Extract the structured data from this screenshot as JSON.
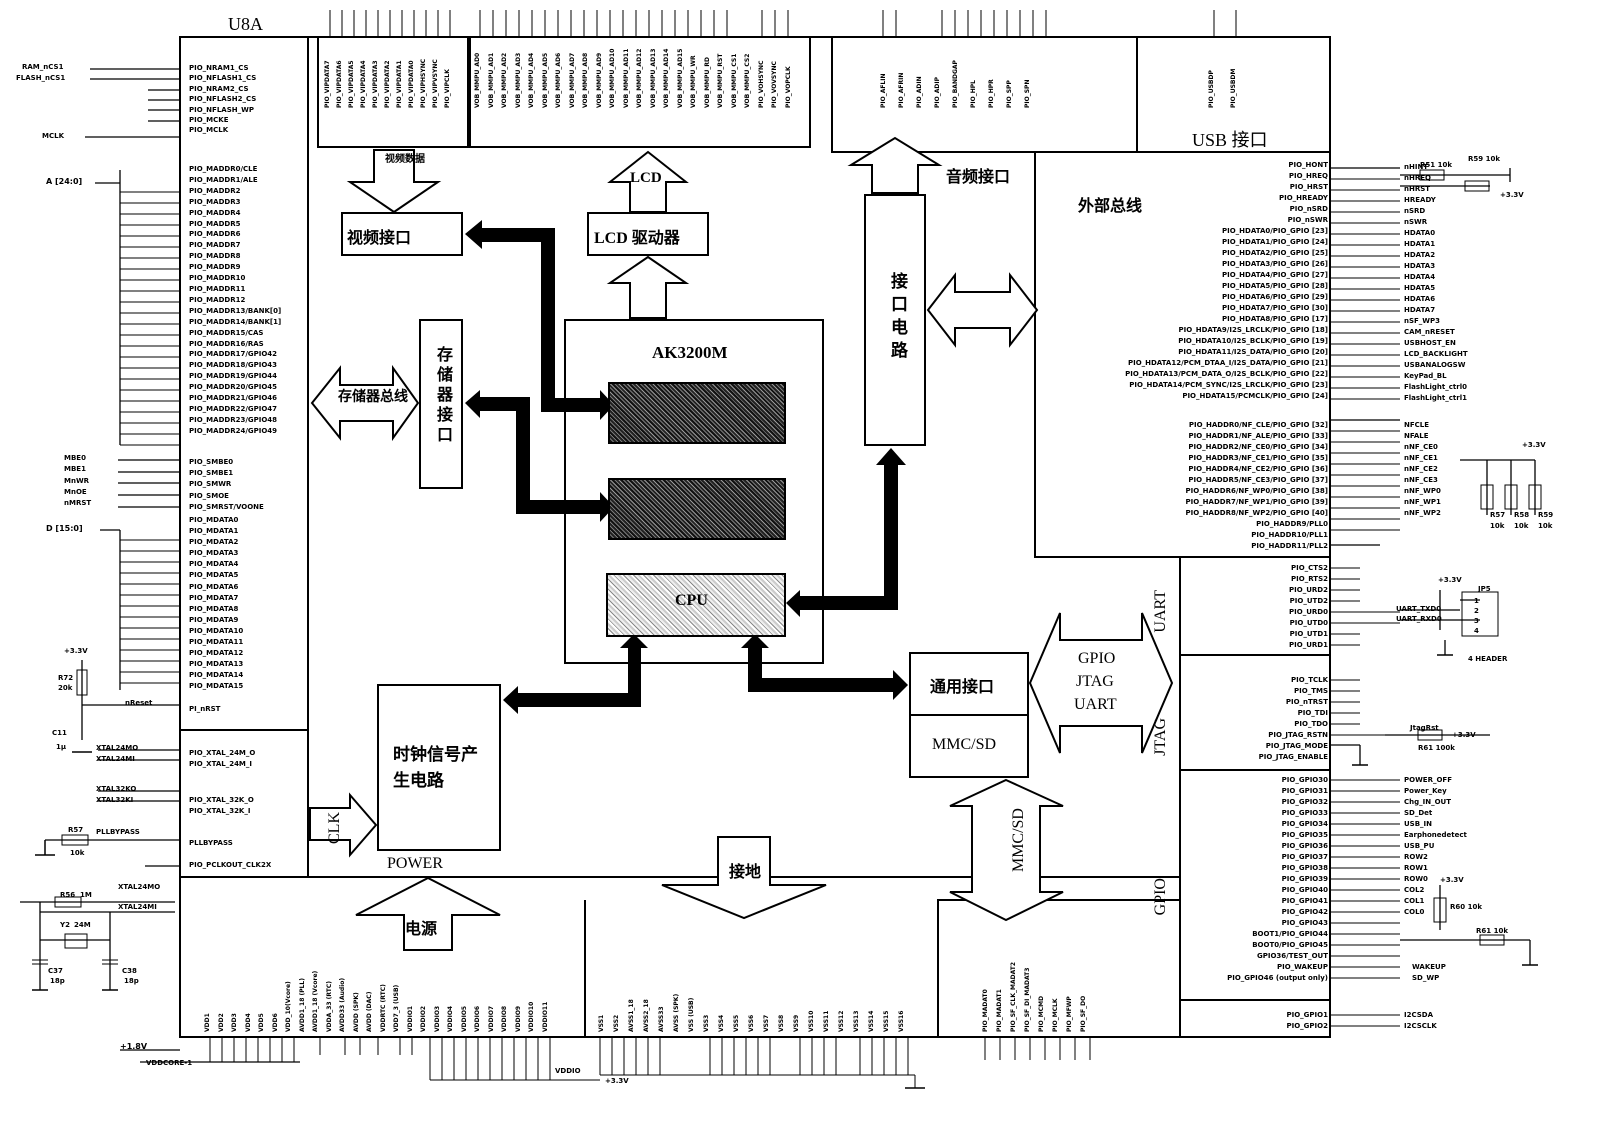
{
  "chip": {
    "designator": "U8A",
    "core_name": "AK3200M",
    "cpu": "CPU",
    "core_block_2_unreadable": "",
    "core_block_3_unreadable": ""
  },
  "blocks": {
    "video_interface": "视频接口",
    "lcd_driver": "LCD 驱动器",
    "lcd": "LCD",
    "memory_interface": "存储器接口",
    "memory_bus": "存储器总线",
    "interface_circuit": "接口电路",
    "audio_interface": "音频接口",
    "external_bus": "外部总线",
    "usb_interface": "USB 接口",
    "general_interface": "通用接口",
    "mmc_sd_box": "MMC/SD",
    "clock_circuit": "时钟信号产生电路",
    "clk": "CLK",
    "power": "POWER",
    "power_supply": "电源",
    "ground": "接地",
    "mmc_sd_arrow": "MMC/SD",
    "gpio_jtag_uart": [
      "GPIO",
      "JTAG",
      "UART"
    ],
    "uart_side": "UART",
    "jtag_side": "JTAG",
    "gpio_side": "GPIO",
    "video_data": "视频数据"
  },
  "left_pins": {
    "chip_select": [
      "PIO_NRAM1_CS",
      "PIO_NFLASH1_CS",
      "PIO_NRAM2_CS",
      "PIO_NFLASH2_CS",
      "PIO_NFLASH_WP",
      "PIO_MCKE",
      "PIO_MCLK"
    ],
    "address": [
      "PIO_MADDR0/CLE",
      "PIO_MADDR1/ALE",
      "PIO_MADDR2",
      "PIO_MADDR3",
      "PIO_MADDR4",
      "PIO_MADDR5",
      "PIO_MADDR6",
      "PIO_MADDR7",
      "PIO_MADDR8",
      "PIO_MADDR9",
      "PIO_MADDR10",
      "PIO_MADDR11",
      "PIO_MADDR12",
      "PIO_MADDR13/BANK[0]",
      "PIO_MADDR14/BANK[1]",
      "PIO_MADDR15/CAS",
      "PIO_MADDR16/RAS",
      "PIO_MADDR17/GPIO42",
      "PIO_MADDR18/GPIO43",
      "PIO_MADDR19/GPIO44",
      "PIO_MADDR20/GPIO45",
      "PIO_MADDR21/GPIO46",
      "PIO_MADDR22/GPIO47",
      "PIO_MADDR23/GPIO48",
      "PIO_MADDR24/GPIO49"
    ],
    "control": [
      "PIO_SMBE0",
      "PIO_SMBE1",
      "PIO_SMWR",
      "PIO_SMOE",
      "PIO_SMRST/VOONE"
    ],
    "data": [
      "PIO_MDATA0",
      "PIO_MDATA1",
      "PIO_MDATA2",
      "PIO_MDATA3",
      "PIO_MDATA4",
      "PIO_MDATA5",
      "PIO_MDATA6",
      "PIO_MDATA7",
      "PIO_MDATA8",
      "PIO_MDATA9",
      "PIO_MDATA10",
      "PIO_MDATA11",
      "PIO_MDATA12",
      "PIO_MDATA13",
      "PIO_MDATA14",
      "PIO_MDATA15"
    ],
    "reset": "PI_nRST",
    "clock": [
      "PIO_XTAL_24M_O",
      "PIO_XTAL_24M_I",
      "PIO_XTAL_32K_O",
      "PIO_XTAL_32K_I",
      "PLLBYPASS",
      "PIO_PCLKOUT_CLK2X"
    ]
  },
  "left_nets": {
    "ram_cs": "RAM_nCS1",
    "flash_cs": "FLASH_nCS1",
    "mclk": "MCLK",
    "addr_bus": "A [24:0]",
    "data_bus": "D [15:0]",
    "ctrl": [
      "MBE0",
      "MBE1",
      "MnWR",
      "MnOE",
      "nMRST"
    ],
    "reset": "nReset",
    "xtal24": [
      "XTAL24MO",
      "XTAL24MI"
    ],
    "xtal32": [
      "XTAL32KO",
      "XTAL32KI"
    ],
    "pll": "PLLBYPASS"
  },
  "passives": {
    "r72": "R72",
    "r72_val": "20k",
    "vcc_left": "+3.3V",
    "c11": "C11",
    "c11_val": "1μ",
    "r57": "R57",
    "r57_val": "10k",
    "r56": "R56",
    "r56_val": "1M",
    "y2": "Y2",
    "y2_val": "24M",
    "c37": "C37",
    "c37_val": "18p",
    "c38": "C38",
    "c38_val": "18p",
    "vcore": "+1.8V",
    "vddcore": "VDDCORE-1",
    "vdd33": "+3.3V",
    "vdd_io": "VDDIO"
  },
  "right_pins": {
    "ext_bus": [
      "PIO_HONT",
      "PIO_HREQ",
      "PIO_HRST",
      "PIO_HREADY",
      "PIO_nSRD",
      "PIO_nSWR",
      "PIO_HDATA0/PIO_GPIO [23]",
      "PIO_HDATA1/PIO_GPIO [24]",
      "PIO_HDATA2/PIO_GPIO [25]",
      "PIO_HDATA3/PIO_GPIO [26]",
      "PIO_HDATA4/PIO_GPIO [27]",
      "PIO_HDATA5/PIO_GPIO [28]",
      "PIO_HDATA6/PIO_GPIO [29]",
      "PIO_HDATA7/PIO_GPIO [30]",
      "PIO_HDATA8/PIO_GPIO [17]",
      "PIO_HDATA9/I2S_LRCLK/PIO_GPIO [18]",
      "PIO_HDATA10/I2S_BCLK/PIO_GPIO [19]",
      "PIO_HDATA11/I2S_DATA/PIO_GPIO [20]",
      "PIO_HDATA12/PCM_DTAA_I/I2S_DATA/PIO_GPIO [21]",
      "PIO_HDATA13/PCM_DATA_O/I2S_BCLK/PIO_GPIO [22]",
      "PIO_HDATA14/PCM_SYNC/I2S_LRCLK/PIO_GPIO [23]",
      "PIO_HDATA15/PCMCLK/PIO_GPIO [24]"
    ],
    "ext_nets": [
      "nHINT",
      "nHREQ",
      "nHRST",
      "HREADY",
      "nSRD",
      "nSWR",
      "HDATA0",
      "HDATA1",
      "HDATA2",
      "HDATA3",
      "HDATA4",
      "HDATA5",
      "HDATA6",
      "HDATA7",
      "nSF_WP3",
      "CAM_nRESET",
      "USBHOST_EN",
      "LCD_BACKLIGHT",
      "USBANALOGSW",
      "KeyPad_BL",
      "FlashLight_ctrl0",
      "FlashLight_ctrl1"
    ],
    "nand": [
      "PIO_HADDR0/NF_CLE/PIO_GPIO [32]",
      "PIO_HADDR1/NF_ALE/PIO_GPIO [33]",
      "PIO_HADDR2/NF_CE0/PIO_GPIO [34]",
      "PIO_HADDR3/NF_CE1/PIO_GPIO [35]",
      "PIO_HADDR4/NF_CE2/PIO_GPIO [36]",
      "PIO_HADDR5/NF_CE3/PIO_GPIO [37]",
      "PIO_HADDR6/NF_WP0/PIO_GPIO [38]",
      "PIO_HADDR7/NF_WP1/PIO_GPIO [39]",
      "PIO_HADDR8/NF_WP2/PIO_GPIO [40]",
      "PIO_HADDR9/PLL0",
      "PIO_HADDR10/PLL1",
      "PIO_HADDR11/PLL2"
    ],
    "nand_nets": [
      "NFCLE",
      "NFALE",
      "nNF_CE0",
      "nNF_CE1",
      "nNF_CE2",
      "nNF_CE3",
      "nNF_WP0",
      "nNF_WP1",
      "nNF_WP2"
    ],
    "uart": [
      "PIO_CTS2",
      "PIO_RTS2",
      "PIO_URD2",
      "PIO_UTD2",
      "PIO_URD0",
      "PIO_UTD0",
      "PIO_UTD1",
      "PIO_URD1"
    ],
    "uart_nets": [
      "UART_TXD0",
      "UART_RXD0"
    ],
    "jtag": [
      "PIO_TCLK",
      "PIO_TMS",
      "PIO_nTRST",
      "PIO_TDI",
      "PIO_TDO",
      "PIO_JTAG_RSTN",
      "PIO_JTAG_MODE",
      "PIO_JTAG_ENABLE"
    ],
    "gpio": [
      "PIO_GPIO30",
      "PIO_GPIO31",
      "PIO_GPIO32",
      "PIO_GPIO33",
      "PIO_GPIO34",
      "PIO_GPIO35",
      "PIO_GPIO36",
      "PIO_GPIO37",
      "PIO_GPIO38",
      "PIO_GPIO39",
      "PIO_GPIO40",
      "PIO_GPIO41",
      "PIO_GPIO42",
      "PIO_GPIO43",
      "BOOT1/PIO_GPIO44",
      "BOOT0/PIO_GPIO45",
      "GPIO36/TEST_OUT",
      "PIO_WAKEUP",
      "PIO_GPIO46 (output only)",
      "PIO_GPIO1",
      "PIO_GPIO2"
    ],
    "gpio_nets": [
      "POWER_OFF",
      "Power_Key",
      "Chg_IN_OUT",
      "SD_Det",
      "USB_IN",
      "Earphonedetect",
      "USB_PU",
      "ROW2",
      "ROW1",
      "ROW0",
      "COL2",
      "COL1",
      "COL0",
      "WAKEUP",
      "SD_WP",
      "I2CSDA",
      "I2CSCLK"
    ],
    "r51": "R51",
    "r51_val": "10k",
    "r59": "R59",
    "r59_val": "10k",
    "vcc": "+3.3V",
    "r57b": "R57",
    "r58": "R58",
    "r59b": "R59",
    "r_val": "10k",
    "header": "JP5",
    "header_label": "4 HEADER",
    "header_pins": [
      "1",
      "2",
      "3",
      "4"
    ],
    "jtag_r": "R61",
    "jtag_r_val": "100k",
    "jtag_net": "JtagRst",
    "r60": "R60",
    "r60_val": "10k",
    "r61b": "R61",
    "r61b_val": "10k"
  },
  "top_pins": {
    "video": [
      "PIO_VIPDATA7",
      "PIO_VIPDATA6",
      "PIO_VIPDATA5",
      "PIO_VIPDATA4",
      "PIO_VIPDATA3",
      "PIO_VIPDATA2",
      "PIO_VIPDATA1",
      "PIO_VIPDATA0",
      "PIO_VIPHSYNC",
      "PIO_VIPVSYNC",
      "PIO_VIPCLK"
    ],
    "lcd": [
      "VOB_MMPU_AD0",
      "VOB_MMPU_AD1",
      "VOB_MMPU_AD2",
      "VOB_MMPU_AD3",
      "VOB_MMPU_AD4",
      "VOB_MMPU_AD5",
      "VOB_MMPU_AD6",
      "VOB_MMPU_AD7",
      "VOB_MMPU_AD8",
      "VOB_MMPU_AD9",
      "VOB_MMPU_AD10",
      "VOB_MMPU_AD11",
      "VOB_MMPU_AD12",
      "VOB_MMPU_AD13",
      "VOB_MMPU_AD14",
      "VOB_MMPU_AD15",
      "VOB_MMPU_WR",
      "VOB_MMPU_RD",
      "VOB_MMPU_RST",
      "VOB_MMPU_CS1",
      "VOB_MMPU_CS2",
      "PIO_VOHSYNC",
      "PIO_VOVSYNC",
      "PIO_VOPCLK"
    ],
    "audio": [
      "PIO_AFLIN",
      "PIO_AFRIN",
      "PIO_ADIN",
      "PIO_ADIP",
      "PIO_BANDGAP",
      "PIO_HPL",
      "PIO_HPR",
      "PIO_SPP",
      "PIO_SPN"
    ],
    "usb": [
      "PIO_USBDP",
      "PIO_USBDM"
    ]
  },
  "bottom_pins": {
    "vdd": [
      "VDD1",
      "VDD2",
      "VDD3",
      "VDD4",
      "VDD5",
      "VDD6",
      "VDD_10(Vcore)",
      "AVDD1_18 (PLL)",
      "AVDD1_18 (Vcore)",
      "VDDA_33 (RTC)",
      "AVDD33 (Audio)",
      "AVDD (SPK)",
      "AVDD (DAC)",
      "VDDRTC (RTC)",
      "VDD7_3 (USB)",
      "VDDIO1",
      "VDDIO2",
      "VDDIO3",
      "VDDIO4",
      "VDDIO5",
      "VDDIO6",
      "VDDIO7",
      "VDDIO8",
      "VDDIO9",
      "VDDIO10",
      "VDDIO11"
    ],
    "gnd": [
      "VSS1",
      "VSS2",
      "AVSS1_18",
      "AVSS2_18",
      "AVSS33",
      "AVSS (SPK)",
      "VSS (USB)",
      "VSS3",
      "VSS4",
      "VSS5",
      "VSS6",
      "VSS7",
      "VSS8",
      "VSS9",
      "VSS10",
      "VSS11",
      "VSS12",
      "VSS13",
      "VSS14",
      "VSS15",
      "VSS16"
    ],
    "mmc": [
      "PIO_MADAT0",
      "PIO_MADAT1",
      "PIO_SF_CLK_MADAT2",
      "PIO_SF_DI_MADAT3",
      "PIO_MCMD",
      "PIO_MCLK",
      "PIO_MFWP",
      "PIO_SF_DO"
    ]
  }
}
